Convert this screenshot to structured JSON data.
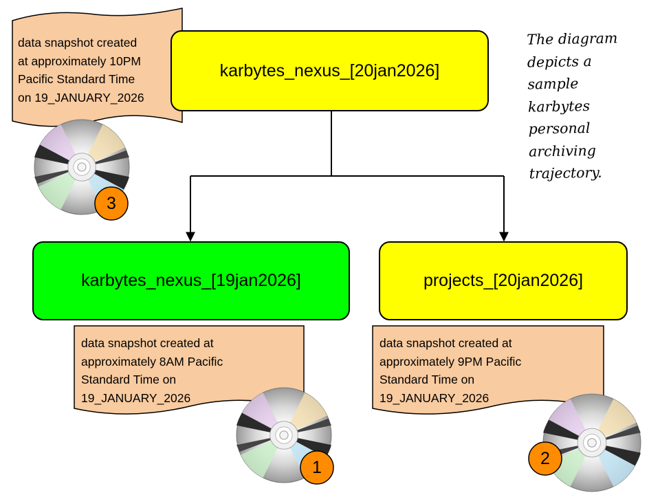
{
  "nodes": {
    "top": "karbytes_nexus_[20jan2026]",
    "left": "karbytes_nexus_[19jan2026]",
    "right": "projects_[20jan2026]"
  },
  "notes": {
    "note3": [
      "data snapshot created",
      "at approximately 10PM",
      "Pacific Standard Time",
      "on 19_JANUARY_2026"
    ],
    "note1": [
      "data snapshot created at",
      "approximately 8AM Pacific",
      "Standard Time on",
      "19_JANUARY_2026"
    ],
    "note2": [
      "data snapshot created at",
      "approximately 9PM Pacific",
      "Standard Time on",
      "19_JANUARY_2026"
    ]
  },
  "badges": {
    "disc3": "3",
    "disc1": "1",
    "disc2": "2"
  },
  "caption": [
    "The diagram",
    "depicts a",
    "sample",
    "karbytes",
    "personal",
    "archiving",
    "trajectory."
  ],
  "colors": {
    "top_node": "#ffff00",
    "left_node": "#00ff00",
    "right_node": "#ffff00",
    "note_fill": "#f8cba0",
    "badge_fill": "#ff8c00",
    "line": "#000000"
  },
  "icons": {
    "disc": "compact-disc-icon",
    "arrow": "arrowhead-down"
  }
}
